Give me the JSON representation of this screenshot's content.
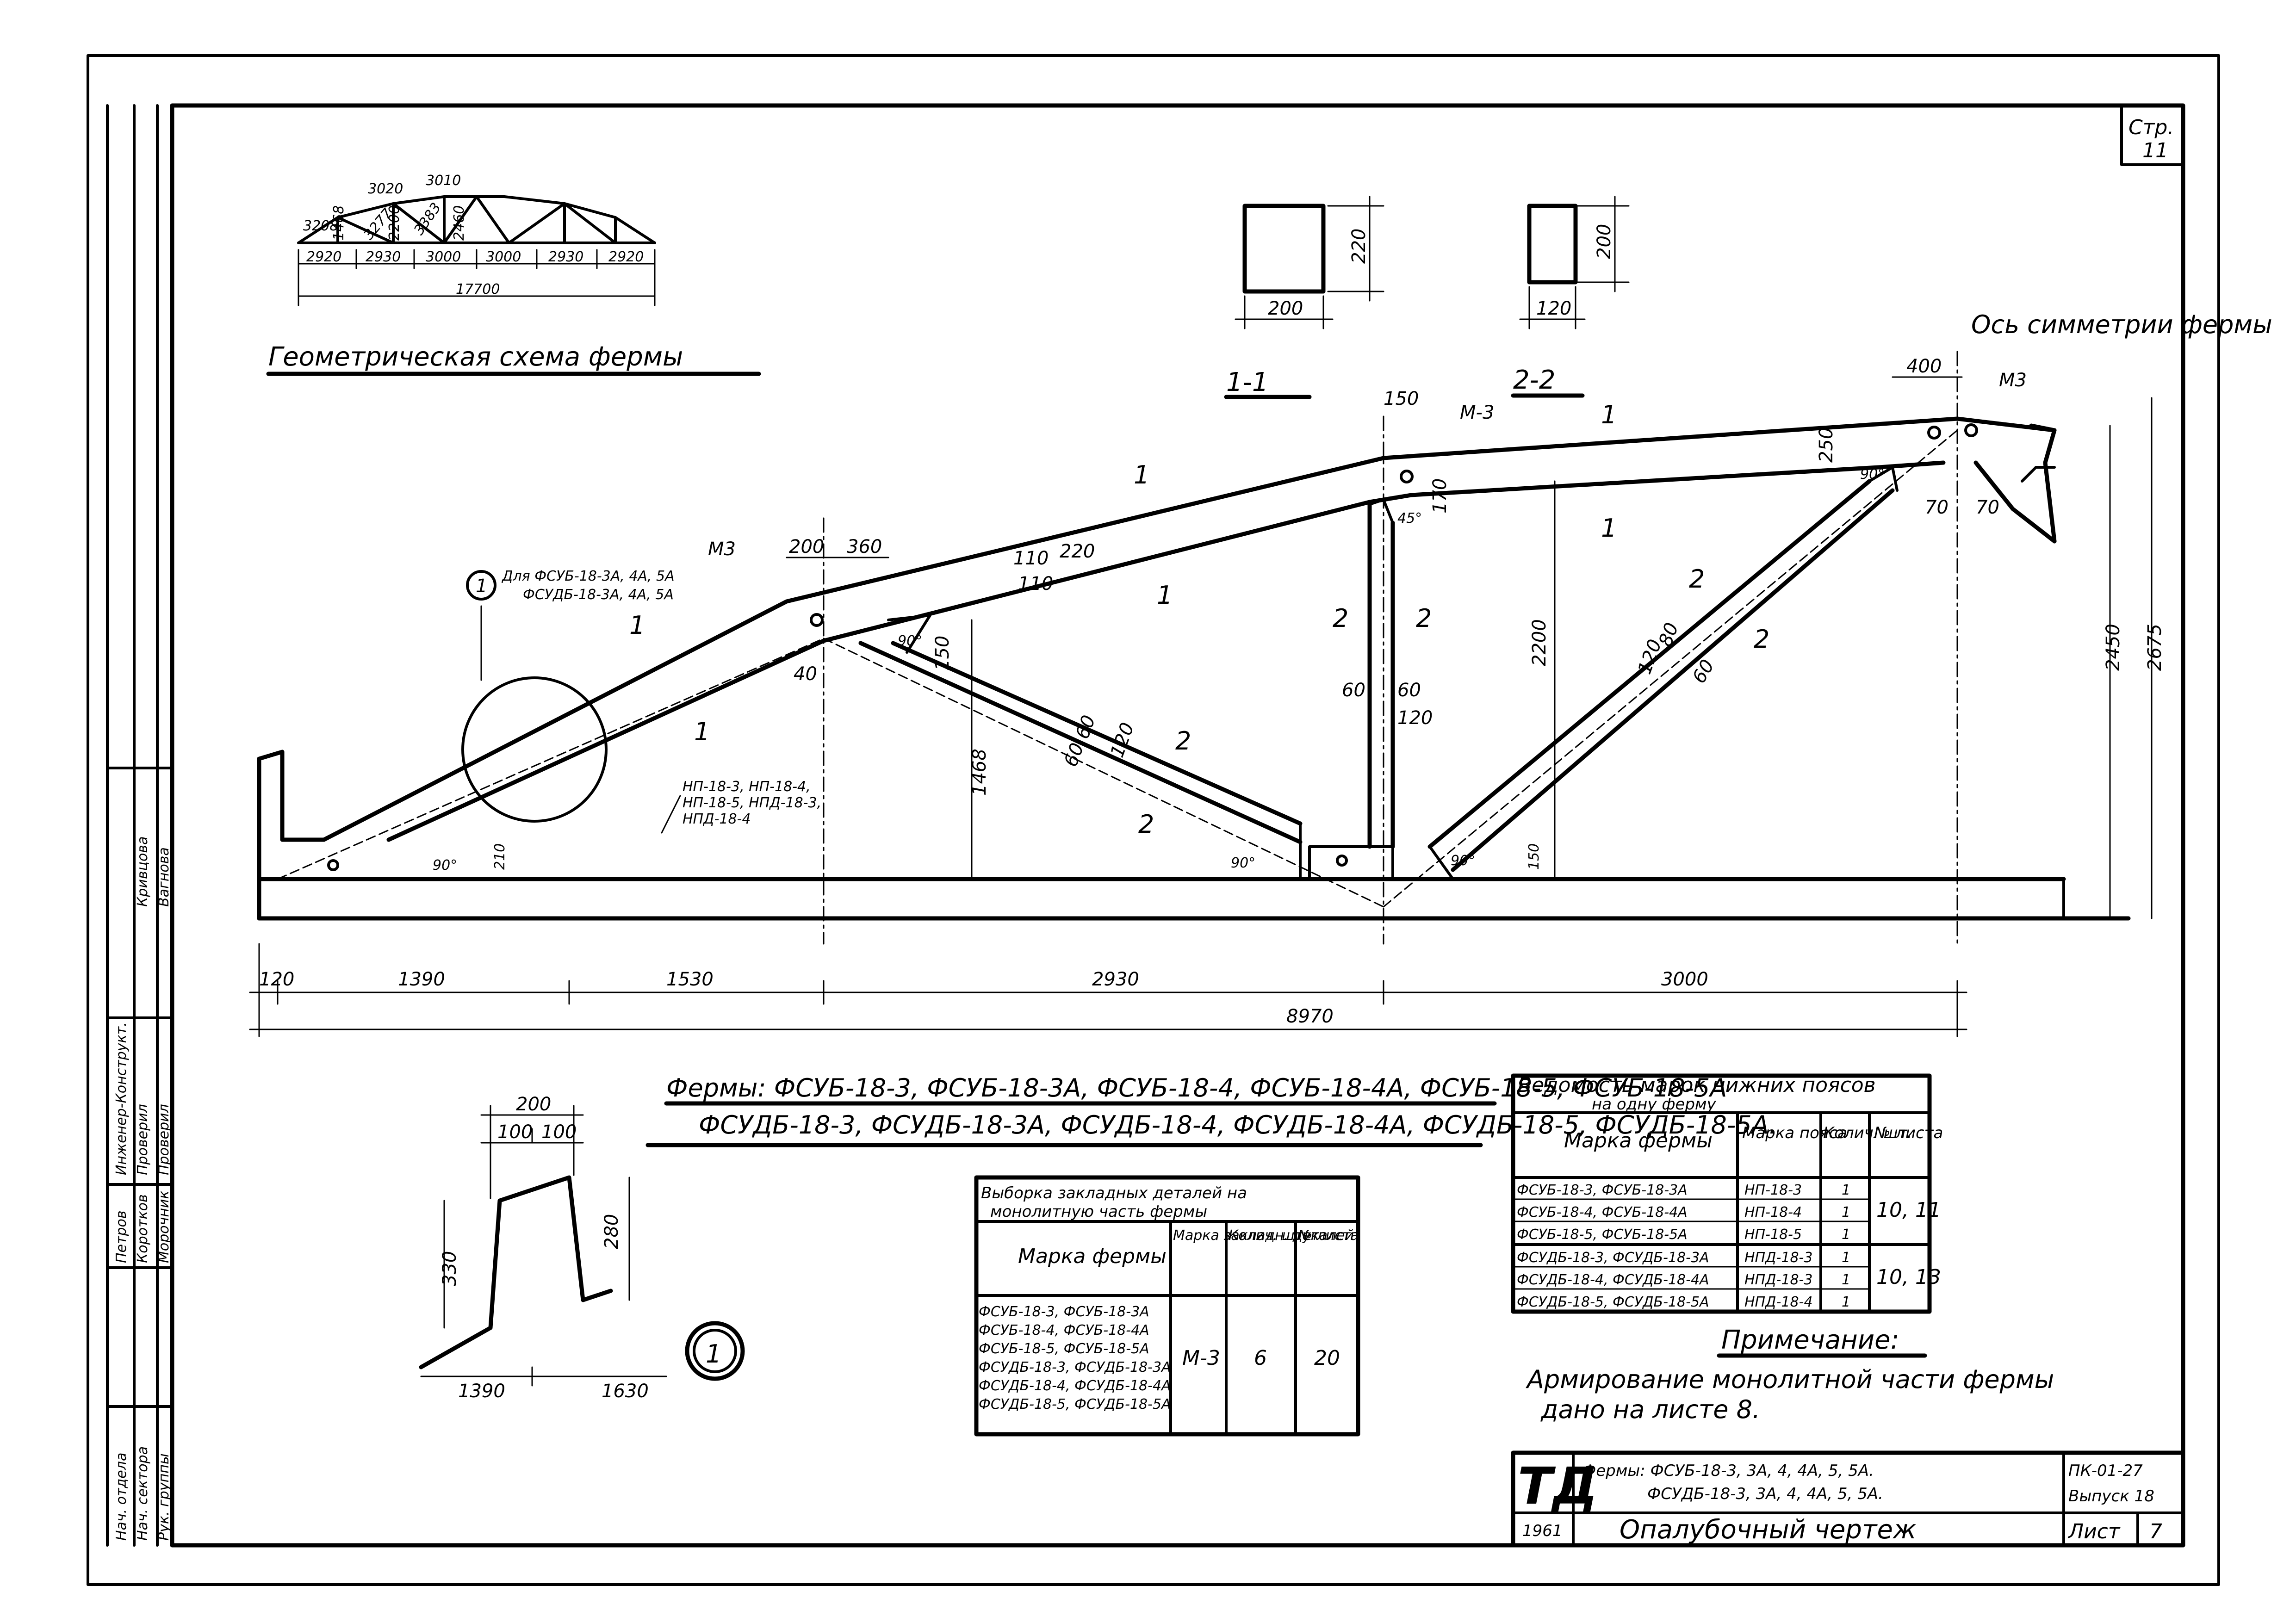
{
  "sheet": {
    "page_tag": "Стр.",
    "page_no": "11"
  },
  "stamp": {
    "logo": "ТД",
    "year": "1961",
    "subject_line1": "Фермы: ФСУБ-18-3, 3А, 4, 4А, 5, 5А.",
    "subject_line2": "ФСУДБ-18-3, 3А, 4, 4А, 5, 5А.",
    "drawing_title": "Опалубочный чертеж",
    "code": "ПК-01-27",
    "issue": "Выпуск 18",
    "sheet_label": "Лист",
    "sheet_no": "7"
  },
  "left_strip": {
    "roles": [
      "Нач. отдела",
      "Нач. сектора",
      "Рук. группы",
      "Инженер-Конструкт.",
      "Проверил",
      "Проверил"
    ],
    "names": [
      "Петров",
      "Коротков",
      "Морочник",
      "Кривцова",
      "Вагнова"
    ]
  },
  "geometry_scheme": {
    "title": "Геометрическая схема фермы",
    "diagonals": [
      "3208",
      "3020",
      "3010"
    ],
    "verticals": [
      "1468",
      "2200",
      "2460"
    ],
    "inner": [
      "3383",
      "3277"
    ],
    "panels": [
      "2920",
      "2930",
      "3000",
      "3000",
      "2930",
      "2920"
    ],
    "total": "17700"
  },
  "sections": {
    "s1_label": "1-1",
    "s1_w": "200",
    "s1_h": "220",
    "s2_label": "2-2",
    "s2_w": "120",
    "s2_h": "200"
  },
  "main_drawing": {
    "callout_no": "1",
    "callout_line1": "Для ФСУБ-18-3А, 4А, 5А",
    "callout_line2": "ФСУДБ-18-3А, 4А, 5А",
    "chord_note": [
      "НП-18-3, НП-18-4,",
      "НП-18-5, НПД-18-3,",
      "НПД-18-4"
    ],
    "axis_label": "Ось симметрии фермы",
    "m3": "М3",
    "m3_dash": "М-3",
    "sec1": "1",
    "sec2": "2",
    "dims": {
      "d200": "200",
      "d360": "360",
      "d110a": "110",
      "d110b": "110",
      "d220": "220",
      "d150top": "150",
      "d170": "170",
      "d250": "250",
      "d400": "400",
      "d70a": "70",
      "d70b": "70",
      "d40": "40",
      "d150": "150",
      "d1468": "1468",
      "d60a": "60",
      "d60b": "60",
      "d120a": "120",
      "d60c": "60",
      "d60d": "60",
      "d120b": "120",
      "d2200": "2200",
      "d120c": "120",
      "d80": "80",
      "d60e": "60",
      "d2450": "2450",
      "d2675": "2675",
      "d210": "210",
      "d150b": "150",
      "a90": "90°",
      "a45": "45°"
    },
    "bottom_dims": [
      "120",
      "1390",
      "1530",
      "2930",
      "3000"
    ],
    "overall": "8970"
  },
  "series_title": {
    "line1": "Фермы: ФСУБ-18-3, ФСУБ-18-3А, ФСУБ-18-4, ФСУБ-18-4А, ФСУБ-18-5, ФСУБ-18-5А",
    "line2": "ФСУДБ-18-3, ФСУДБ-18-3А, ФСУДБ-18-4, ФСУДБ-18-4А, ФСУДБ-18-5, ФСУДБ-18-5А."
  },
  "detail1": {
    "d200": "200",
    "d100a": "100",
    "d100b": "100",
    "d330": "330",
    "d280": "280",
    "d1390": "1390",
    "d1630": "1630",
    "marker": "1"
  },
  "embedded_table": {
    "title_line1": "Выборка закладных деталей на",
    "title_line2": "монолитную часть фермы",
    "headers": [
      "Марка фермы",
      "Марка закладн. деталей",
      "Колич. штук",
      "№ листа"
    ],
    "farms": [
      "ФСУБ-18-3, ФСУБ-18-3А",
      "ФСУБ-18-4, ФСУБ-18-4А",
      "ФСУБ-18-5, ФСУБ-18-5А",
      "ФСУДБ-18-3, ФСУДБ-18-3А",
      "ФСУДБ-18-4, ФСУДБ-18-4А",
      "ФСУДБ-18-5, ФСУДБ-18-5А"
    ],
    "mark": "М-3",
    "qty": "6",
    "sheet": "20"
  },
  "chord_table": {
    "title_line1": "Ведомость марок нижних поясов",
    "title_line2": "на одну ферму",
    "headers": [
      "Марка фермы",
      "Марка пояса",
      "Колич. шт.",
      "№ листа"
    ],
    "rows": [
      [
        "ФСУБ-18-3, ФСУБ-18-3А",
        "НП-18-3",
        "1"
      ],
      [
        "ФСУБ-18-4, ФСУБ-18-4А",
        "НП-18-4",
        "1"
      ],
      [
        "ФСУБ-18-5, ФСУБ-18-5А",
        "НП-18-5",
        "1"
      ],
      [
        "ФСУДБ-18-3, ФСУДБ-18-3А",
        "НПД-18-3",
        "1"
      ],
      [
        "ФСУДБ-18-4, ФСУДБ-18-4А",
        "НПД-18-3",
        "1"
      ],
      [
        "ФСУДБ-18-5, ФСУДБ-18-5А",
        "НПД-18-4",
        "1"
      ]
    ],
    "sheets_a": "10, 11",
    "sheets_b": "10, 13"
  },
  "note": {
    "title": "Примечание:",
    "line1": "Армирование монолитной части фермы",
    "line2": "дано на листе 8."
  }
}
